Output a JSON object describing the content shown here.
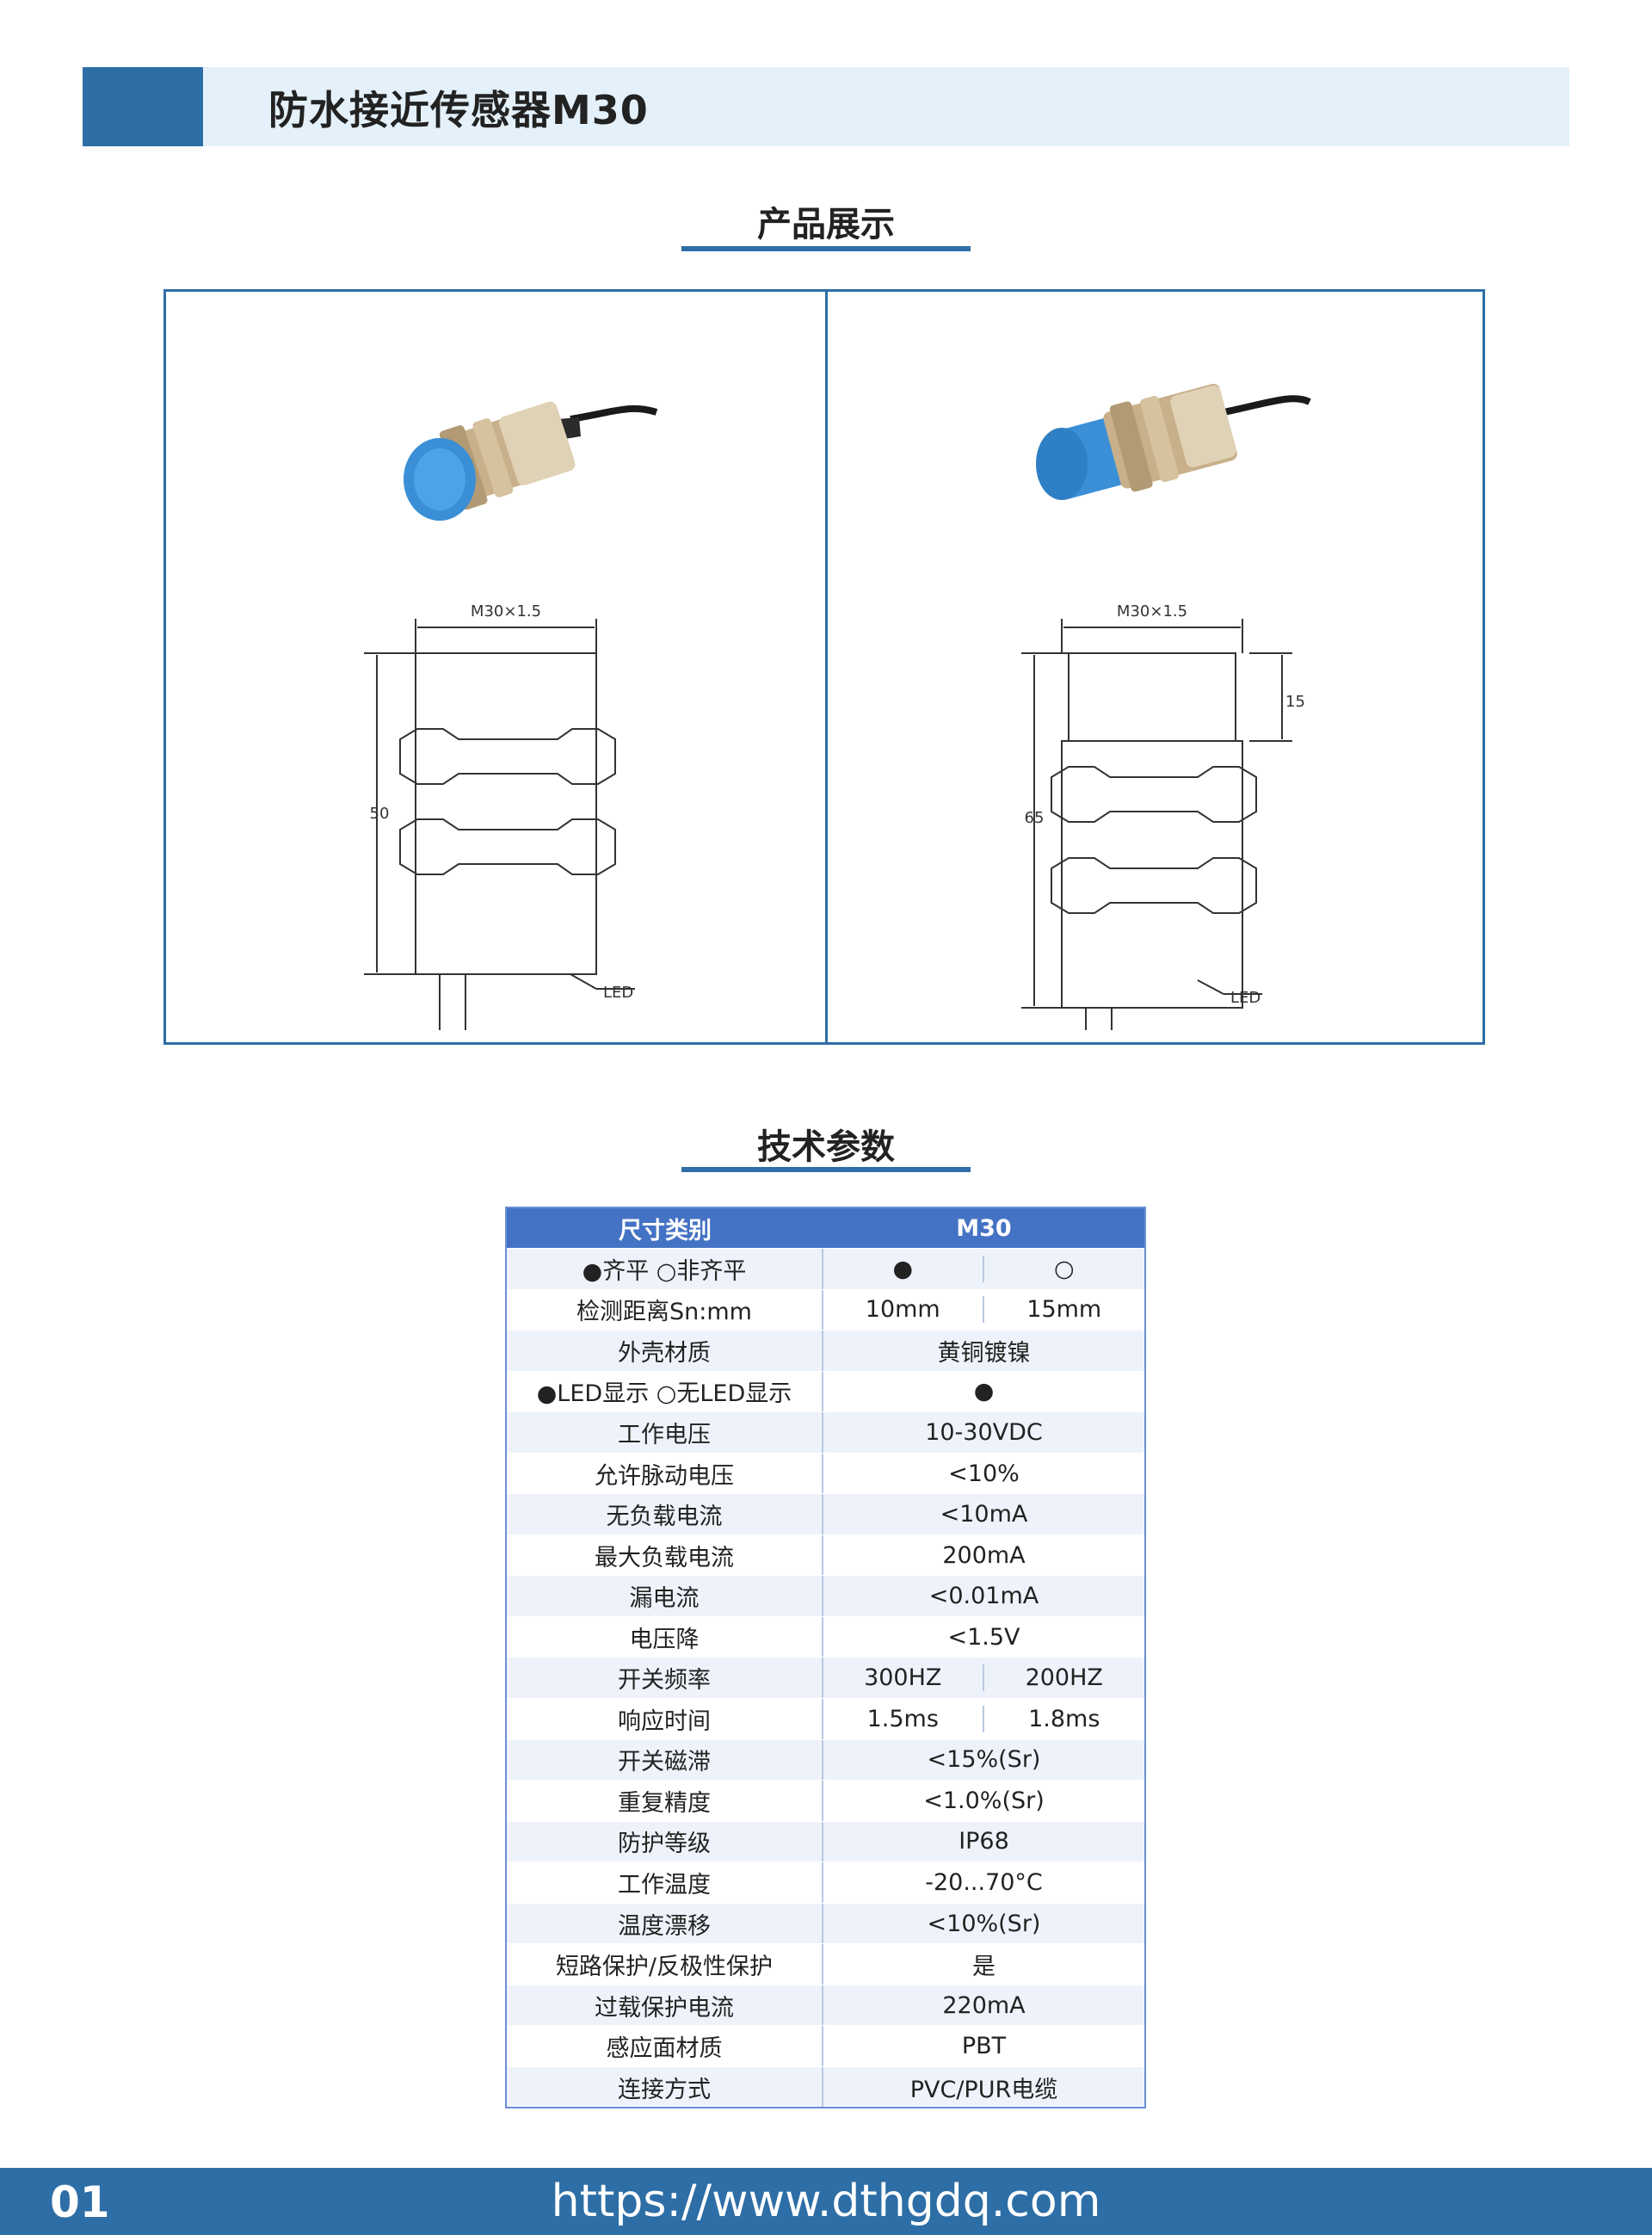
{
  "header": {
    "title": "防水接近传感器M30"
  },
  "sections": {
    "showcase_title": "产品展示",
    "specs_title": "技术参数"
  },
  "drawings": {
    "left": {
      "thread_label": "M30×1.5",
      "length_label": "50",
      "led_label": "LED"
    },
    "right": {
      "thread_label": "M30×1.5",
      "length_label": "65",
      "offset_label": "15",
      "led_label": "LED"
    }
  },
  "colors": {
    "brand_blue": "#2e6ea6",
    "table_header": "#4472c4",
    "sensor_blue": "#3a8fd6",
    "light_band": "#e4f1fa"
  },
  "table": {
    "header": [
      "尺寸类别",
      "M30"
    ],
    "rows": [
      {
        "label": "●齐平  ○非齐平",
        "left": "●",
        "right": "○"
      },
      {
        "label": "检测距离Sn:mm",
        "left": "10mm",
        "right": "15mm"
      },
      {
        "label": "外壳材质",
        "value": "黄铜镀镍"
      },
      {
        "label": "●LED显示 ○无LED显示",
        "value": "●"
      },
      {
        "label": "工作电压",
        "value": "10-30VDC"
      },
      {
        "label": "允许脉动电压",
        "value": "<10%"
      },
      {
        "label": "无负载电流",
        "value": "<10mA"
      },
      {
        "label": "最大负载电流",
        "value": "200mA"
      },
      {
        "label": "漏电流",
        "value": "<0.01mA"
      },
      {
        "label": "电压降",
        "value": "<1.5V"
      },
      {
        "label": "开关频率",
        "left": "300HZ",
        "right": "200HZ"
      },
      {
        "label": "响应时间",
        "left": "1.5ms",
        "right": "1.8ms"
      },
      {
        "label": "开关磁滞",
        "value": "<15%(Sr)"
      },
      {
        "label": "重复精度",
        "value": "<1.0%(Sr)"
      },
      {
        "label": "防护等级",
        "value": "IP68"
      },
      {
        "label": "工作温度",
        "value": "-20...70°C"
      },
      {
        "label": "温度漂移",
        "value": "<10%(Sr)"
      },
      {
        "label": "短路保护/反极性保护",
        "value": "是"
      },
      {
        "label": "过载保护电流",
        "value": "220mA"
      },
      {
        "label": "感应面材质",
        "value": "PBT"
      },
      {
        "label": "连接方式",
        "value": "PVC/PUR电缆"
      }
    ]
  },
  "footer": {
    "page_number": "01",
    "url": "https://www.dthgdq.com"
  }
}
